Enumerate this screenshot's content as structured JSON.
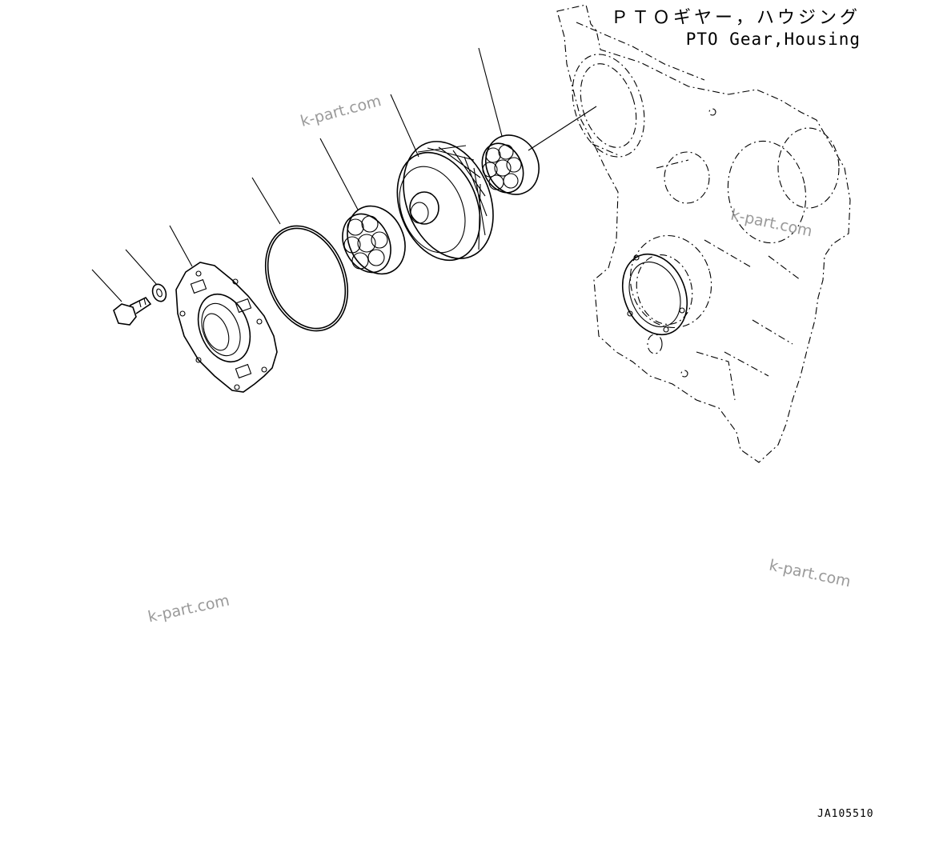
{
  "title": {
    "japanese": "ＰＴＯギヤー，ハウジング",
    "english": "PTO Gear,Housing"
  },
  "watermarks": [
    "k-part.com",
    "k-part.com",
    "k-part.com",
    "k-part.com"
  ],
  "drawing_number": "JA105510"
}
